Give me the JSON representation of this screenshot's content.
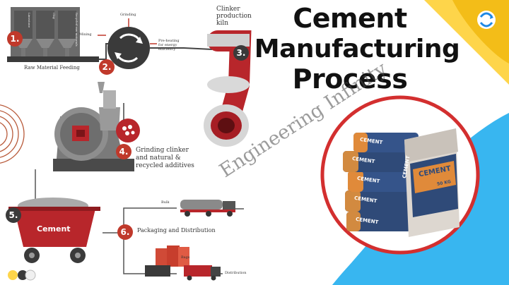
{
  "title": {
    "line1": "Cement",
    "line2": "Manufacturing",
    "line3": "Process"
  },
  "watermark": "Engineering Infinity",
  "steps": [
    {
      "number": "1.",
      "label": "Raw Material Feeding"
    },
    {
      "number": "2.",
      "label": ""
    },
    {
      "number": "3.",
      "label": "Clinker production kiln",
      "label_lines": [
        "Clinker",
        "production",
        "kiln"
      ]
    },
    {
      "number": "4.",
      "label_lines": [
        "Grinding clinker",
        "and natural &",
        "recycled additives"
      ]
    },
    {
      "number": "5.",
      "label": "Cement"
    },
    {
      "number": "6.",
      "label": "Packaging and Distribution"
    }
  ],
  "sub_labels": {
    "mixing": "Mixing",
    "grinding": "Grinding",
    "preheating": [
      "Pre-heating",
      "for energy",
      "efficiency"
    ],
    "bulk": "Bulk",
    "bags": "Bags",
    "distribution": "Distribution"
  },
  "silo_labels": [
    "Limestone",
    "Clay",
    "Recycled raw materials"
  ],
  "bag": {
    "brand": "CEMENT",
    "weight": "50 KG"
  },
  "colors": {
    "accent_red": "#c0392b",
    "dark_gray": "#3a3a3a",
    "sky_blue": "#38b6f0",
    "yellow": "#fed54a",
    "bag_blue": "#2f4a78",
    "bag_orange": "#e08a3a"
  },
  "icons": [
    "logo-icon",
    "three-dots-icon",
    "spiral-decoration-icon"
  ]
}
